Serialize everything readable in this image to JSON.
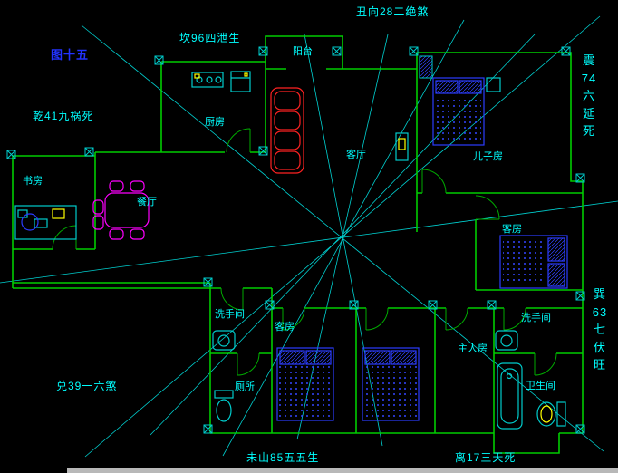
{
  "colors": {
    "background": "#000000",
    "wall_green": "#00cc00",
    "guide_cyan": "#00e8e8",
    "label_cyan": "#00ffff",
    "figure_blue": "#2233ff",
    "furniture_blue": "#2b3cff",
    "fixture_cyan": "#00cccc",
    "dining_magenta": "#ff00ff",
    "sofa_red": "#ff2222",
    "accent_yellow": "#ffff00"
  },
  "annotations": {
    "chou": "丑向28二绝煞",
    "kan": "坎96四泄生",
    "figure": "图十五",
    "qian": "乾41九祸死",
    "zhen": "震\n74\n六\n延\n死",
    "xun": "巽\n63\n七\n伏\n旺",
    "dui": "兑39一六煞",
    "wei": "未山85五五生",
    "li": "离17三天死"
  },
  "rooms": {
    "balcony": "阳台",
    "kitchen": "厨房",
    "living": "客厅",
    "son_room": "儿子房",
    "study": "书房",
    "dining": "餐厅",
    "guest_room_right": "客房",
    "washroom_left": "洗手间",
    "toilet": "厕所",
    "guest_room_bottom": "客房",
    "master_room": "主人房",
    "washroom_right": "洗手间",
    "bathroom": "卫生间"
  }
}
